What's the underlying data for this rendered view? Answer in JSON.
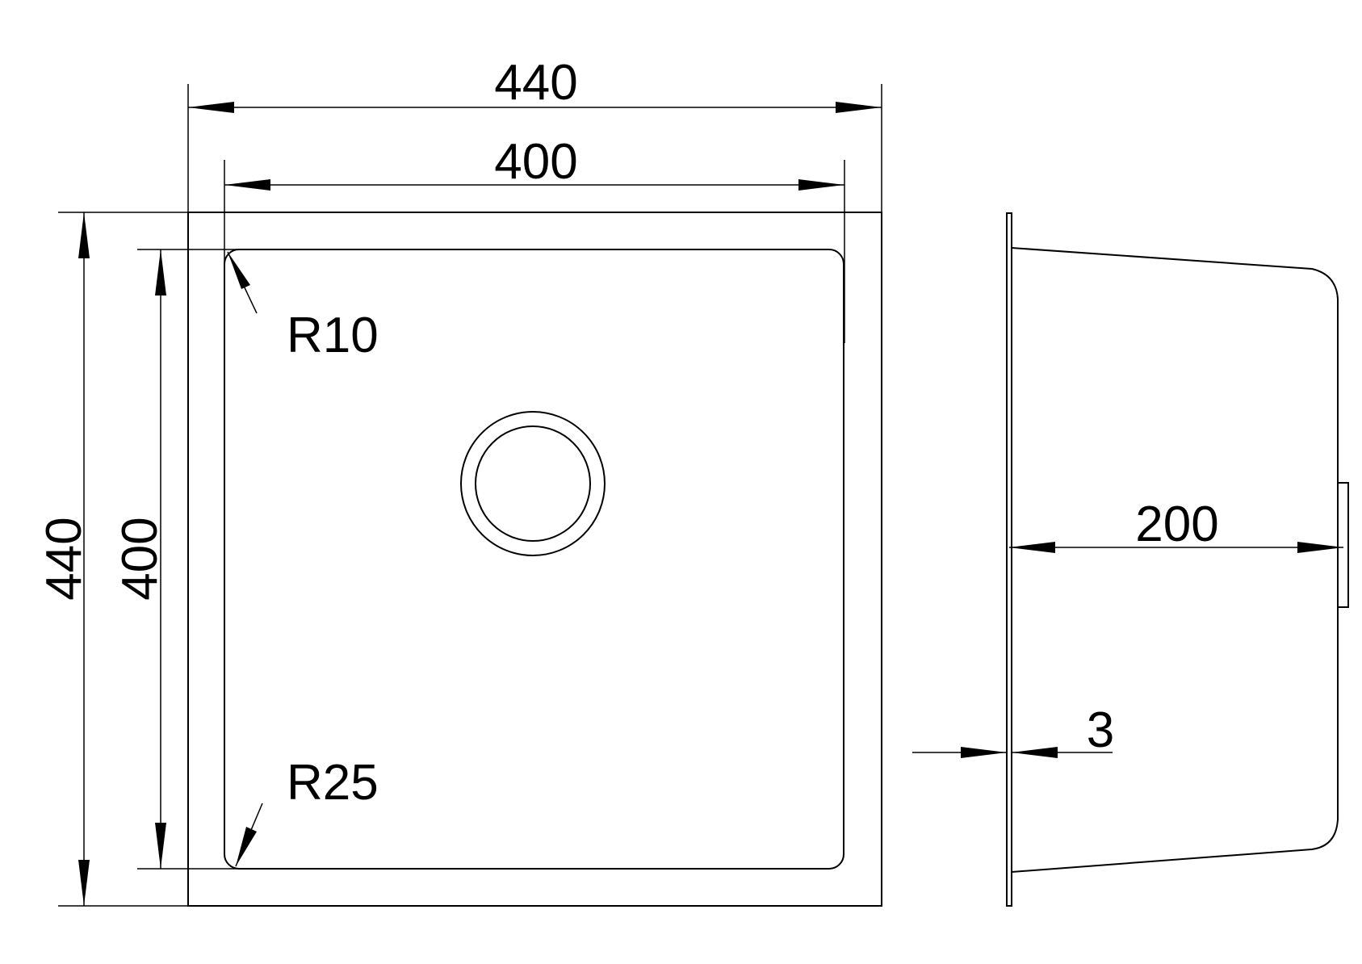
{
  "drawing": {
    "type": "technical-drawing",
    "subject": "square undermount sink",
    "dimensions": {
      "top_outer_width": "440",
      "top_inner_width": "400",
      "left_outer_height": "440",
      "left_inner_height": "400",
      "side_depth": "200",
      "side_thickness": "3",
      "radius_top": "R10",
      "radius_bottom": "R25"
    }
  }
}
